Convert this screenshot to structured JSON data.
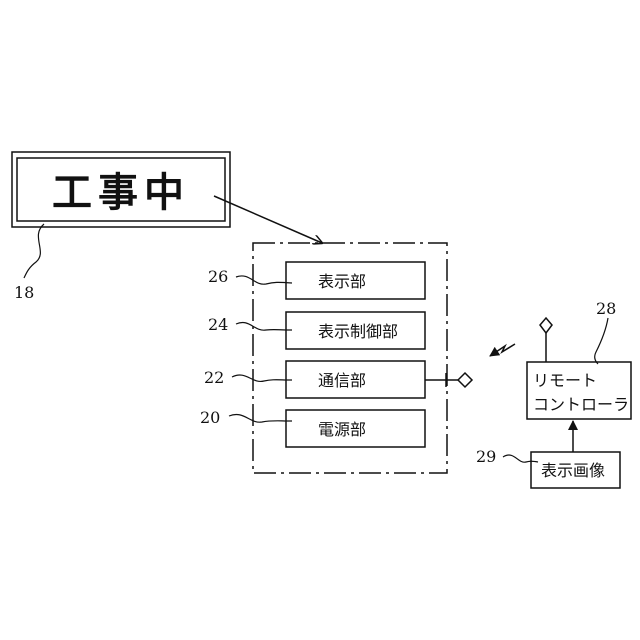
{
  "sign": {
    "text": "工事中",
    "ref": "18"
  },
  "device": {
    "blocks": [
      {
        "label": "表示部",
        "ref": "26"
      },
      {
        "label": "表示制御部",
        "ref": "24"
      },
      {
        "label": "通信部",
        "ref": "22"
      },
      {
        "label": "電源部",
        "ref": "20"
      }
    ]
  },
  "remote": {
    "line1": "リモート",
    "line2": "コントローラ",
    "ref": "28"
  },
  "image": {
    "label": "表示画像",
    "ref": "29"
  }
}
